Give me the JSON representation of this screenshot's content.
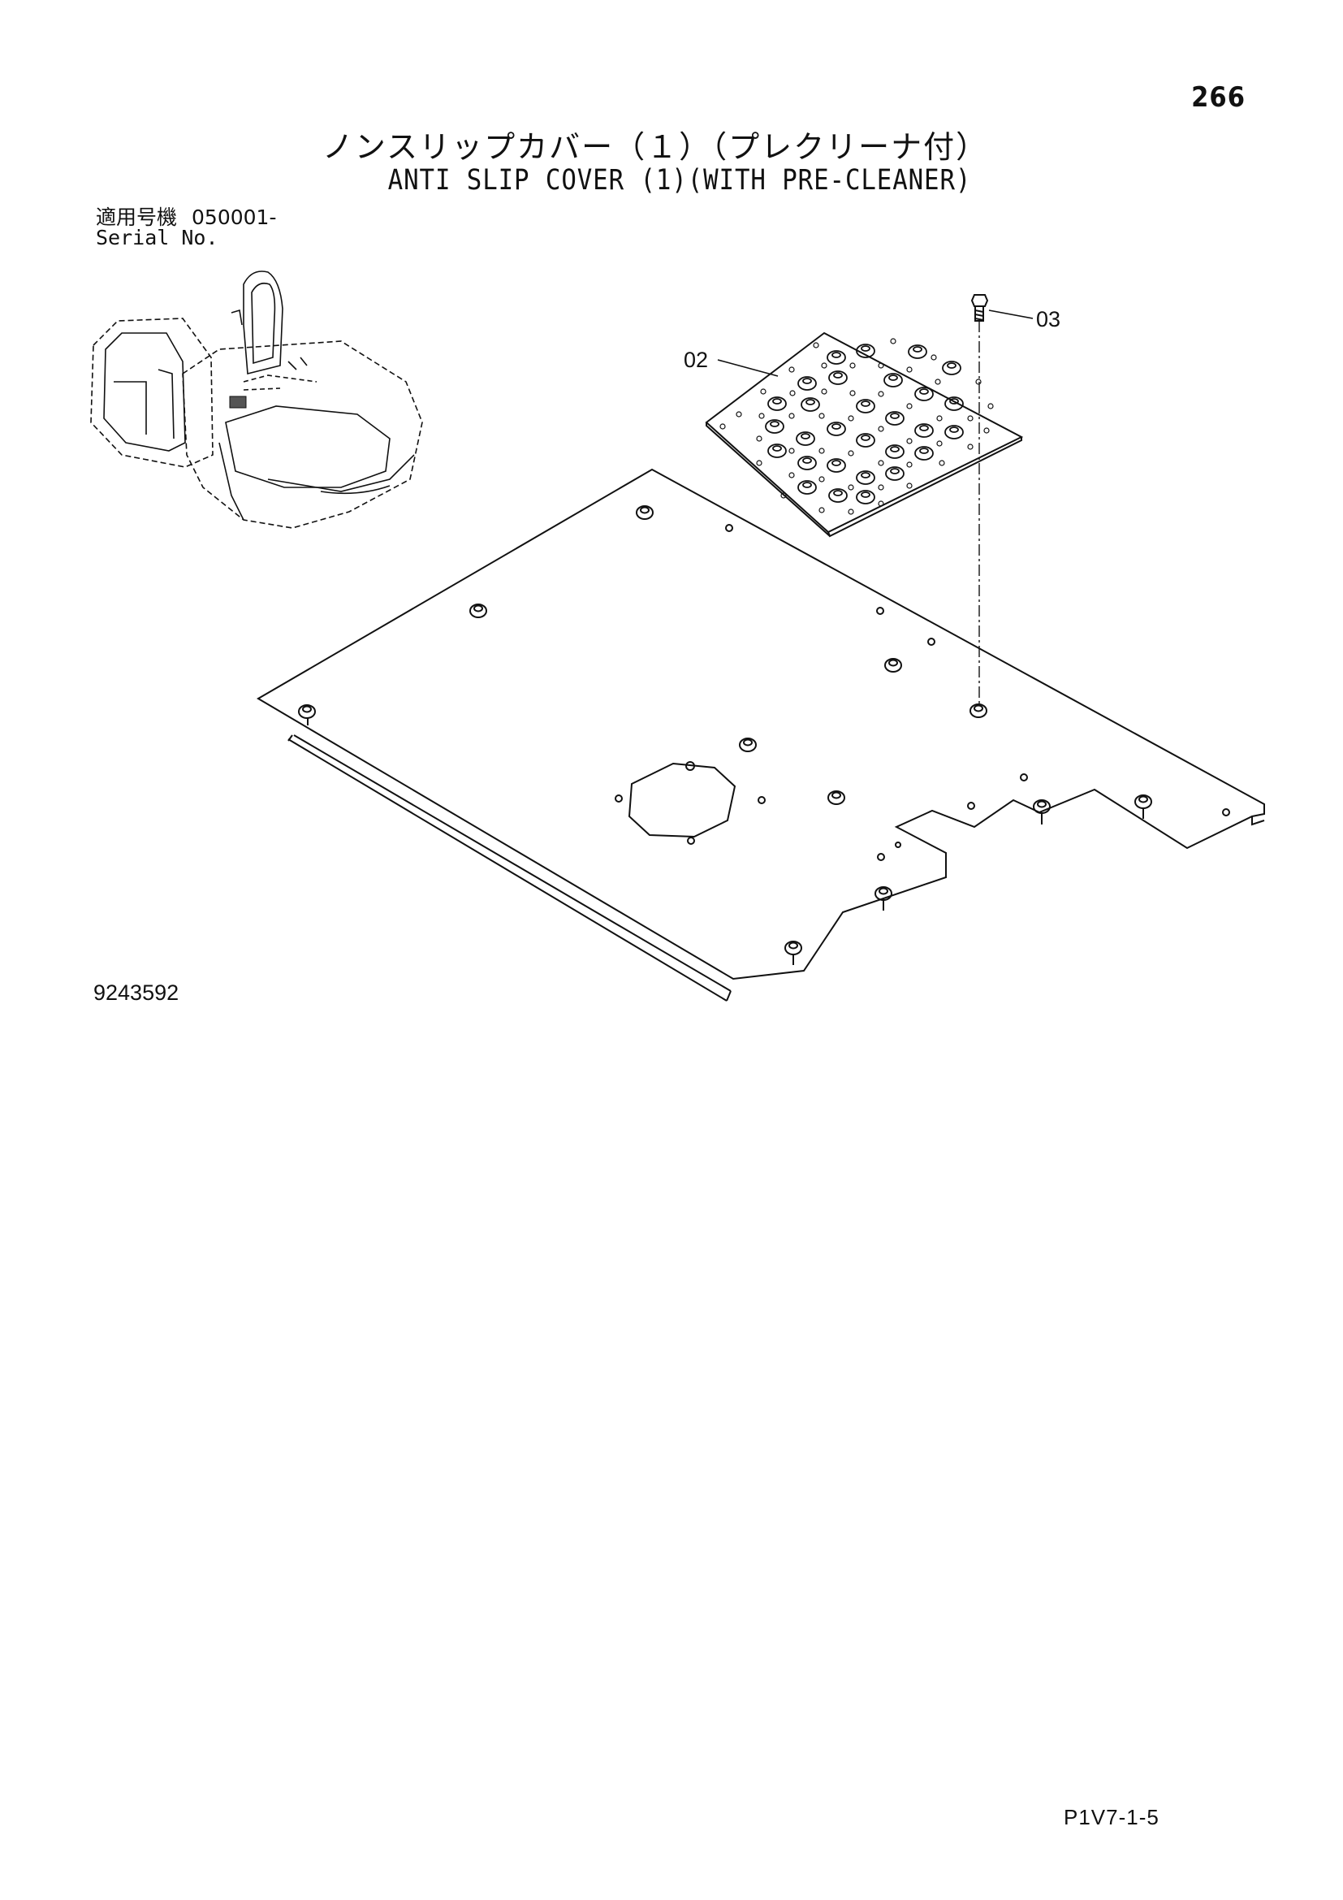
{
  "header": {
    "page_number": "266",
    "title_jp": "ノンスリップカバー（１）（プレクリーナ付）",
    "title_en": "ANTI SLIP COVER (1)(WITH PRE-CLEANER)"
  },
  "serial": {
    "label_jp": "適用号機",
    "value": "050001-",
    "label_en": "Serial No."
  },
  "callouts": {
    "part_02": "02",
    "part_03": "03"
  },
  "diagram_id": "9243592",
  "footer": {
    "code": "P1V7-1-5"
  }
}
